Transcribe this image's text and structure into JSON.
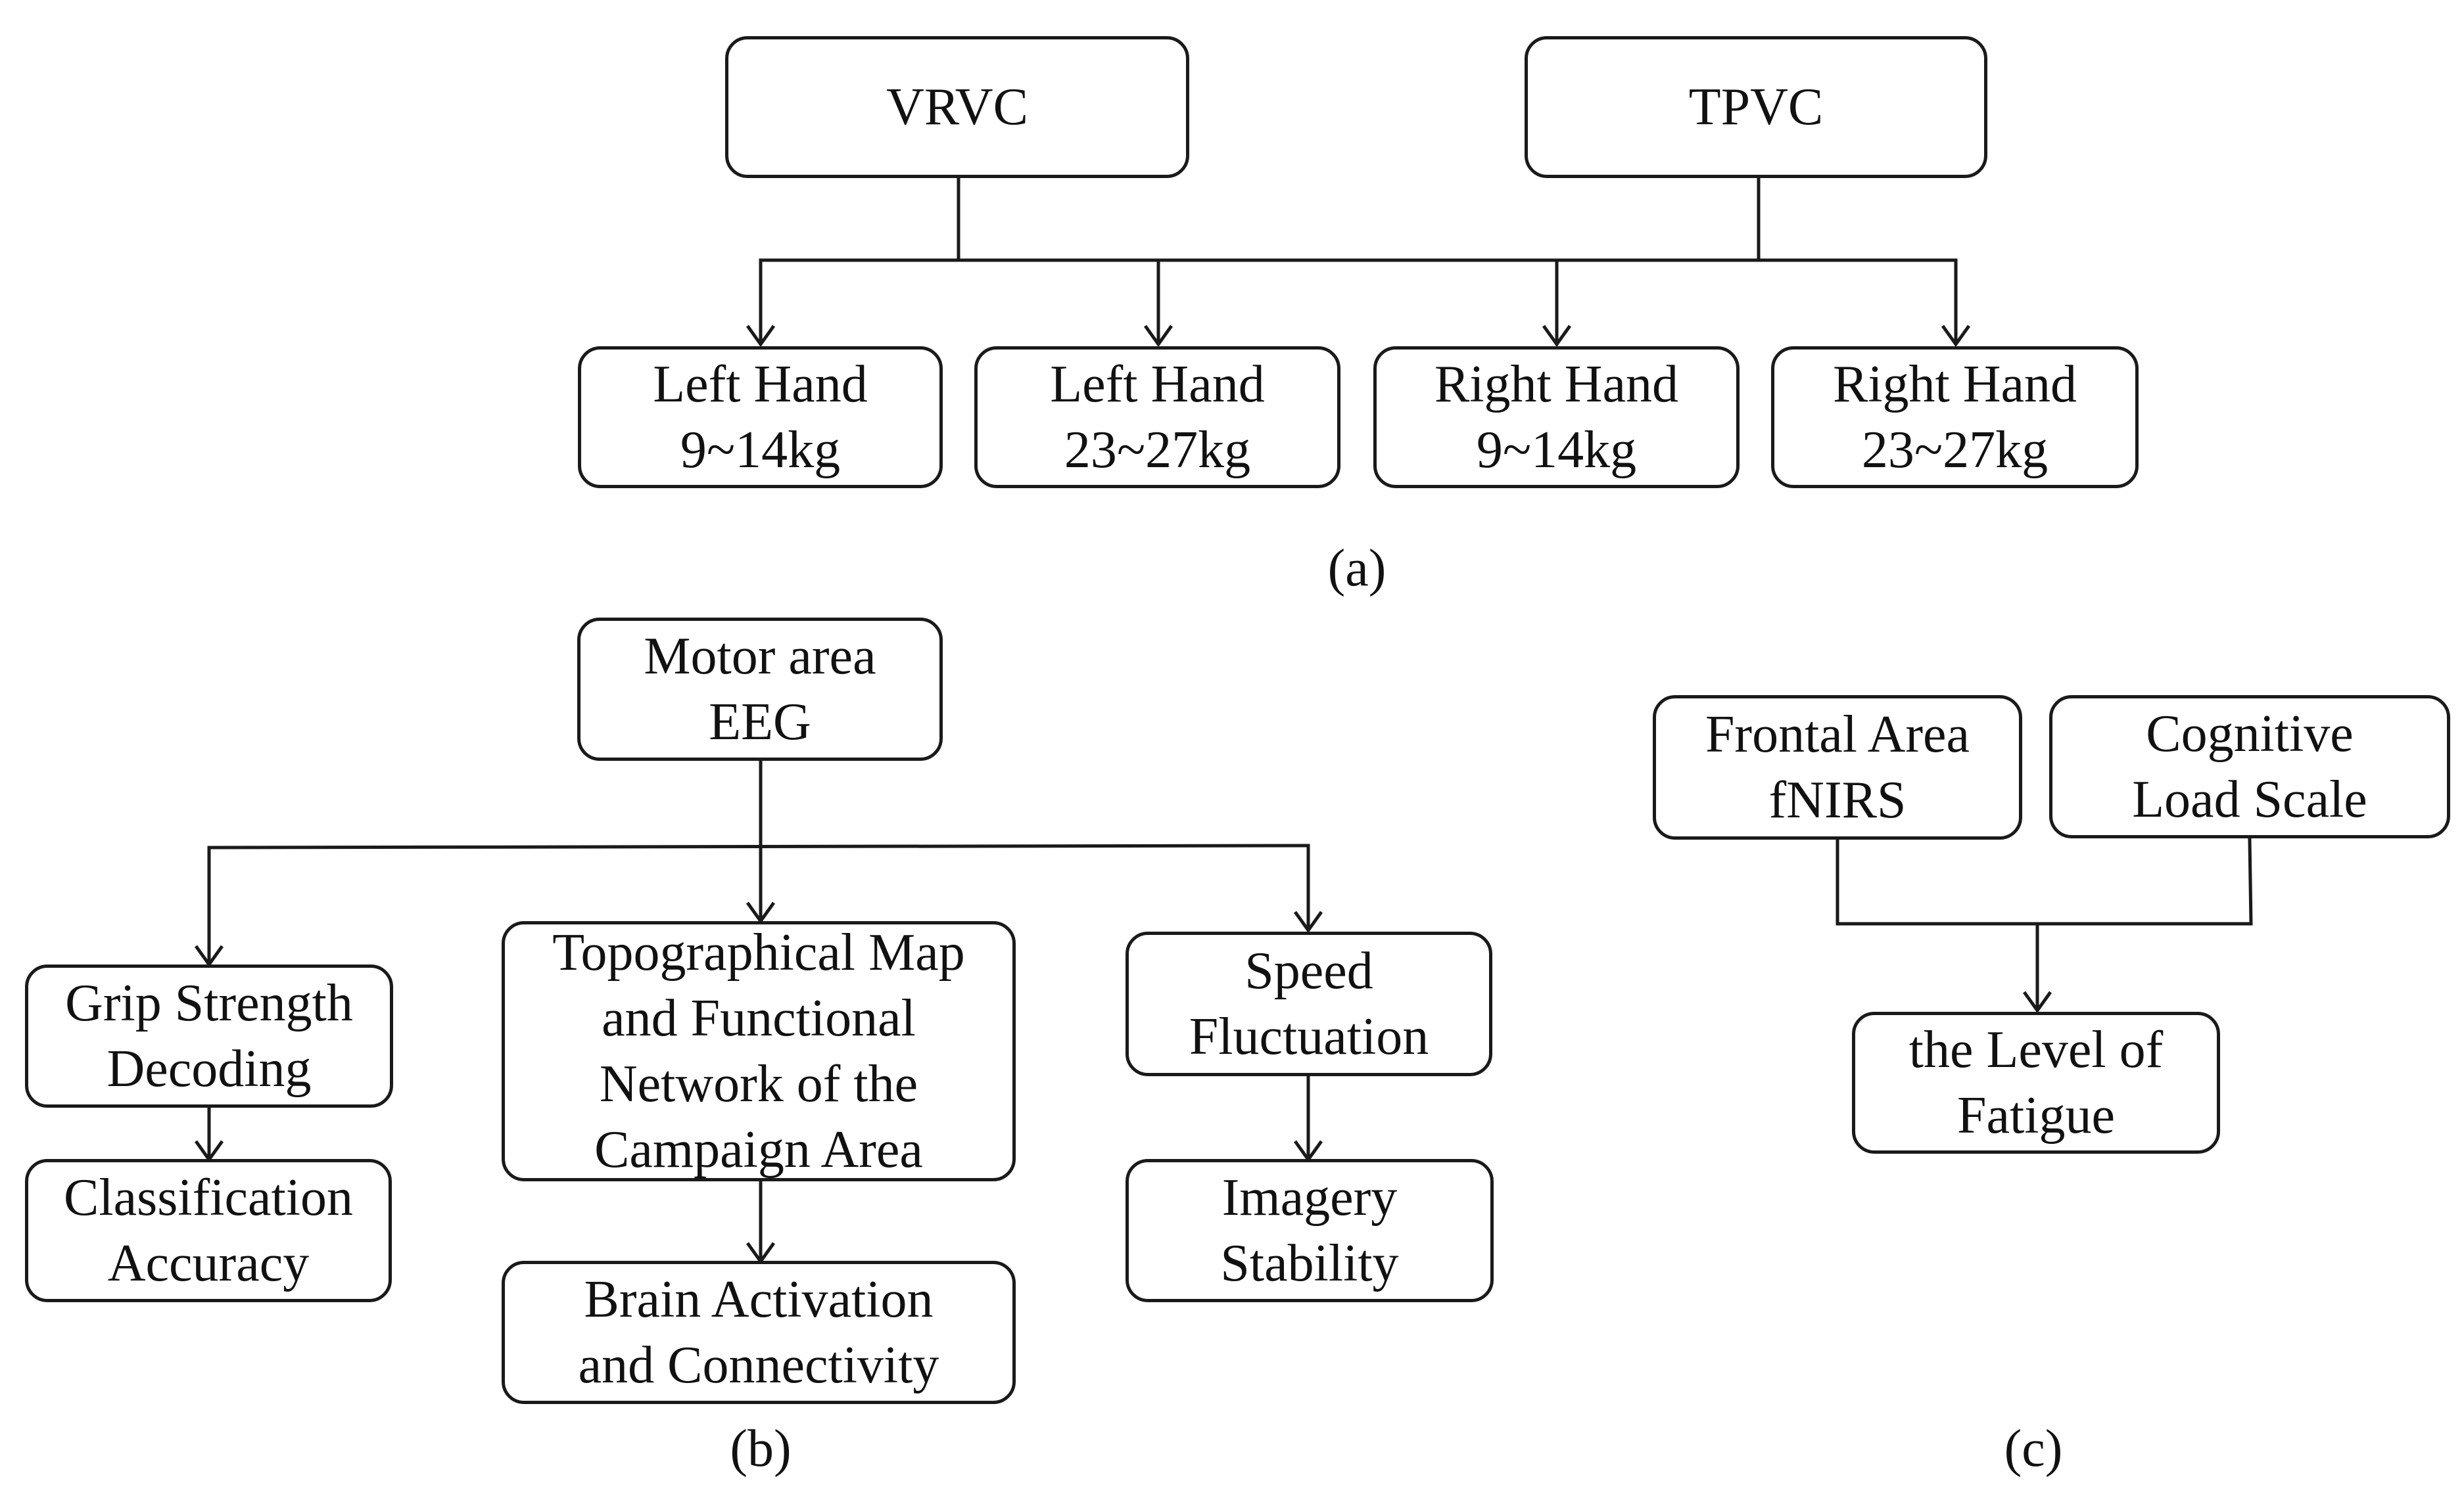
{
  "panel_a": {
    "caption": "(a)",
    "conditions": [
      "VRVC",
      "TPVC"
    ],
    "groups": [
      {
        "hand": "Left Hand",
        "load": "9~14kg"
      },
      {
        "hand": "Left Hand",
        "load": "23~27kg"
      },
      {
        "hand": "Right Hand",
        "load": "9~14kg"
      },
      {
        "hand": "Right Hand",
        "load": "23~27kg"
      }
    ]
  },
  "panel_b": {
    "caption": "(b)",
    "root": [
      "Motor area",
      "EEG"
    ],
    "branch_1": {
      "analysis": [
        "Grip Strength",
        "Decoding"
      ],
      "metric": [
        "Classification",
        "Accuracy"
      ]
    },
    "branch_2": {
      "analysis": [
        "Topographical Map",
        "and Functional",
        "Network of the",
        "Campaign Area"
      ],
      "metric": [
        "Brain Activation",
        "and Connectivity"
      ]
    },
    "branch_3": {
      "analysis": [
        "Speed",
        "Fluctuation"
      ],
      "metric": [
        "Imagery",
        "Stability"
      ]
    }
  },
  "panel_c": {
    "caption": "(c)",
    "inputs": [
      [
        "Frontal Area",
        "fNIRS"
      ],
      [
        "Cognitive",
        "Load Scale"
      ]
    ],
    "output": [
      "the Level of",
      "Fatigue"
    ]
  }
}
